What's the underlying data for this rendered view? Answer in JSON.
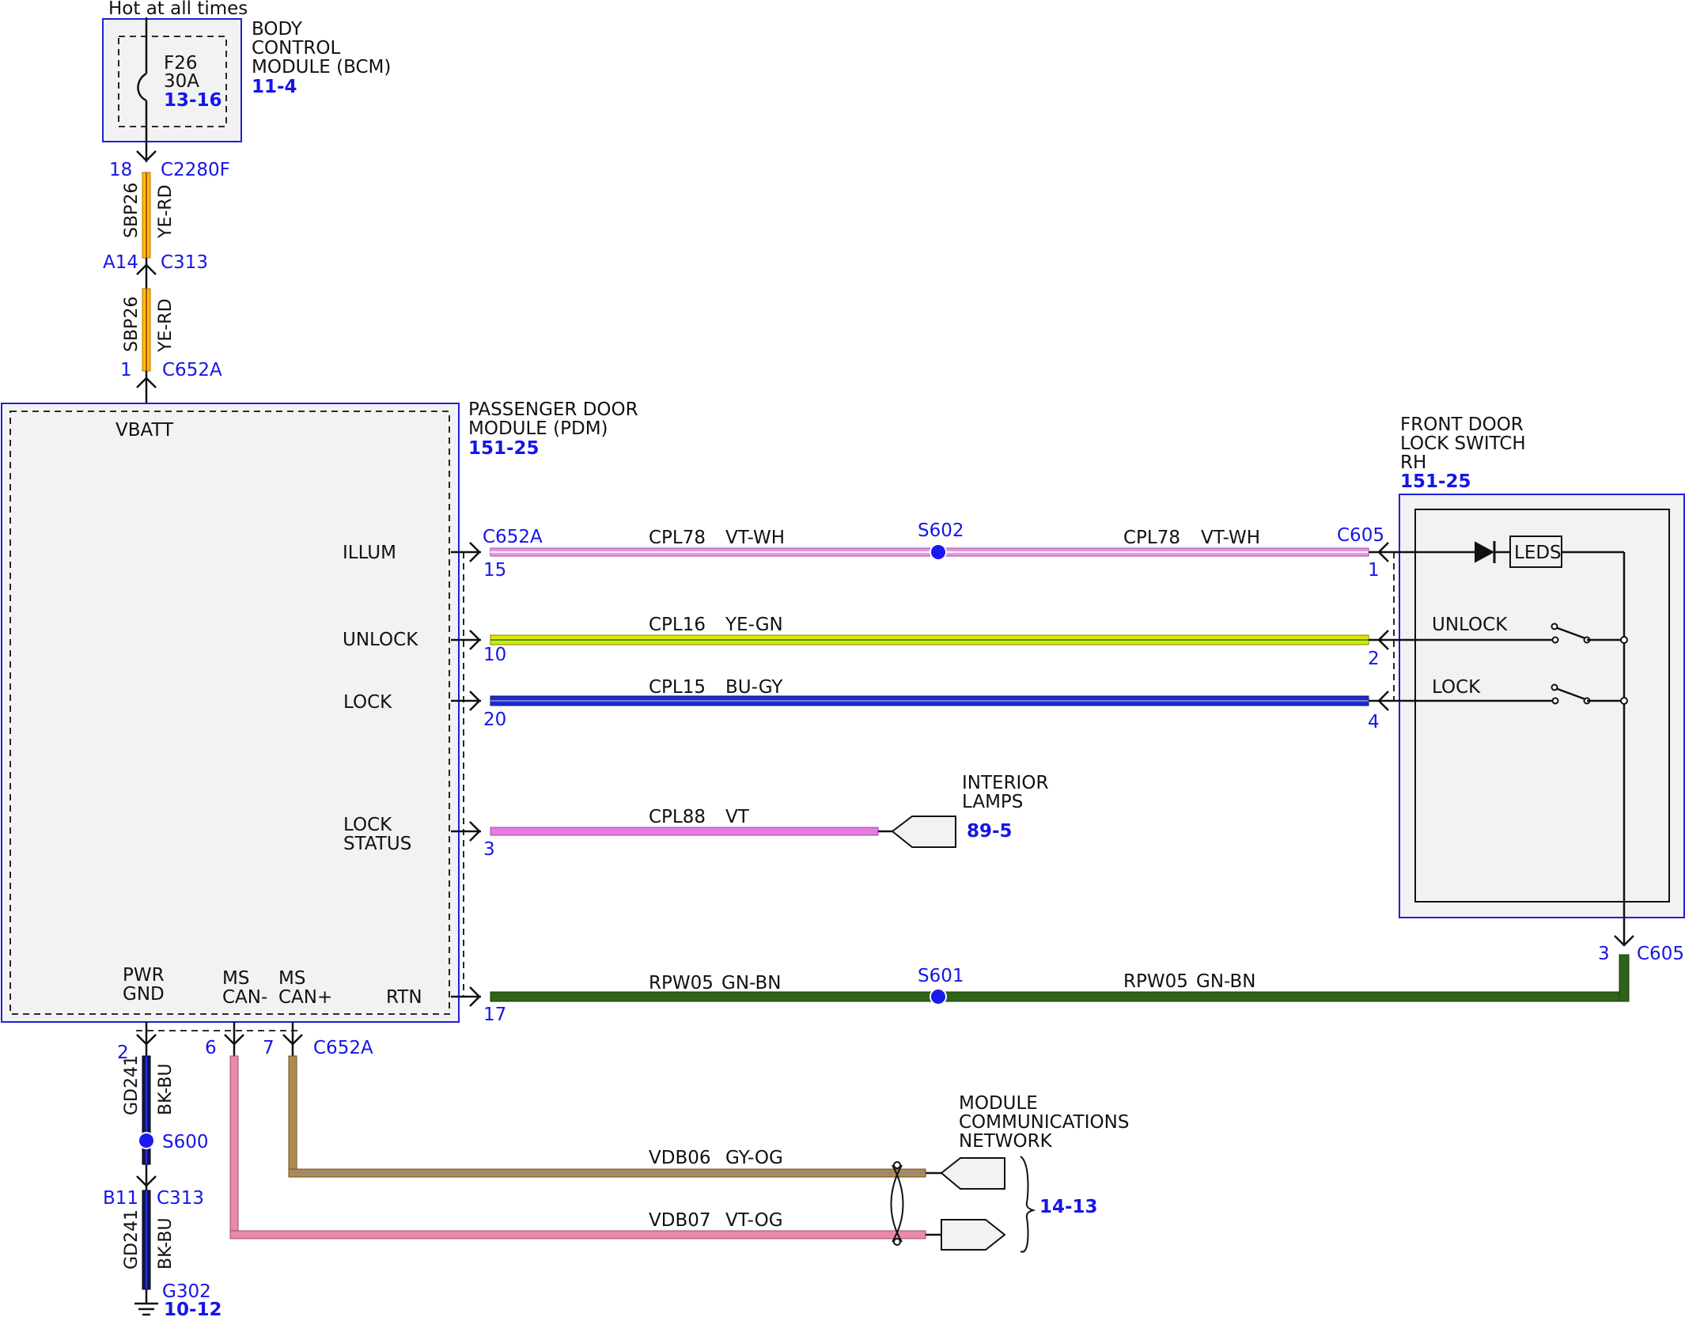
{
  "colors": {
    "module_border": "#2020d8",
    "module_fill": "#f2f2f2",
    "link_blue": "#1515e8",
    "splice_dot": "#1a1af0",
    "wire_ye_rd": "#f2c200",
    "wire_vt_wh": "#e596e5",
    "wire_ye_gn": "#dde800",
    "wire_bu_gy": "#1c2bd8",
    "wire_vt": "#e37ce3",
    "wire_gn_bn": "#2e6417",
    "wire_bk_bu": "#14145a",
    "wire_gy_og": "#b08a50",
    "wire_vt_og": "#e88aa8"
  },
  "header": {
    "hot_label": "Hot at all times"
  },
  "bcm": {
    "name_line1": "BODY",
    "name_line2": "CONTROL",
    "name_line3": "MODULE (BCM)",
    "ref": "11-4",
    "fuse_id": "F26",
    "fuse_rating": "30A",
    "fuse_ref": "13-16"
  },
  "upper_harness": {
    "seg1": {
      "top_pin": "18",
      "top_connector": "C2280F",
      "circuit": "SBP26",
      "color": "YE-RD",
      "bottom_pin": "A14",
      "bottom_connector": "C313"
    },
    "seg2": {
      "circuit": "SBP26",
      "color": "YE-RD",
      "bottom_pin": "1",
      "bottom_connector": "C652A"
    }
  },
  "pdm": {
    "name_line1": "PASSENGER DOOR",
    "name_line2": "MODULE (PDM)",
    "ref": "151-25",
    "vbatt": "VBATT",
    "illum": "ILLUM",
    "unlock": "UNLOCK",
    "lock": "LOCK",
    "lock_status_1": "LOCK",
    "lock_status_2": "STATUS",
    "pwr_gnd_1": "PWR",
    "pwr_gnd_2": "GND",
    "ms_can_minus_1": "MS",
    "ms_can_minus_2": "CAN-",
    "ms_can_plus_1": "MS",
    "ms_can_plus_2": "CAN+",
    "rtn": "RTN"
  },
  "wires": {
    "illum": {
      "connector_left": "C652A",
      "pin_left": "15",
      "circuit_left": "CPL78",
      "color_left": "VT-WH",
      "splice": "S602",
      "circuit_right": "CPL78",
      "color_right": "VT-WH",
      "connector_right": "C605",
      "pin_right": "1"
    },
    "unlock": {
      "circuit": "CPL16",
      "color": "YE-GN",
      "pin_left": "10",
      "pin_right": "2"
    },
    "lock": {
      "circuit": "CPL15",
      "color": "BU-GY",
      "pin_left": "20",
      "pin_right": "4"
    },
    "lock_status": {
      "circuit": "CPL88",
      "color": "VT",
      "pin_left": "3"
    },
    "rtn": {
      "circuit_left": "RPW05",
      "color_left": "GN-BN",
      "pin_left": "17",
      "splice": "S601",
      "circuit_right": "RPW05",
      "color_right": "GN-BN",
      "pin_right": "3",
      "connector_right": "C605"
    },
    "can_gy": {
      "circuit": "VDB06",
      "color": "GY-OG"
    },
    "can_vt": {
      "circuit": "VDB07",
      "color": "VT-OG"
    }
  },
  "switch": {
    "name_line1": "FRONT DOOR",
    "name_line2": "LOCK SWITCH",
    "name_line3": "RH",
    "ref": "151-25",
    "leds": "LEDS",
    "unlock": "UNLOCK",
    "lock": "LOCK"
  },
  "interior_lamps": {
    "name_line1": "INTERIOR",
    "name_line2": "LAMPS",
    "ref": "89-5"
  },
  "network": {
    "name_line1": "MODULE",
    "name_line2": "COMMUNICATIONS",
    "name_line3": "NETWORK",
    "ref": "14-13"
  },
  "lower_harness": {
    "pin_gnd": "2",
    "pin_can_minus": "6",
    "pin_can_plus": "7",
    "connector": "C652A",
    "seg1": {
      "circuit": "GD241",
      "color": "BK-BU"
    },
    "splice": "S600",
    "pin_b11": "B11",
    "connector_c313": "C313",
    "seg2": {
      "circuit": "GD241",
      "color": "BK-BU"
    },
    "ground": "G302",
    "ground_ref": "10-12"
  }
}
